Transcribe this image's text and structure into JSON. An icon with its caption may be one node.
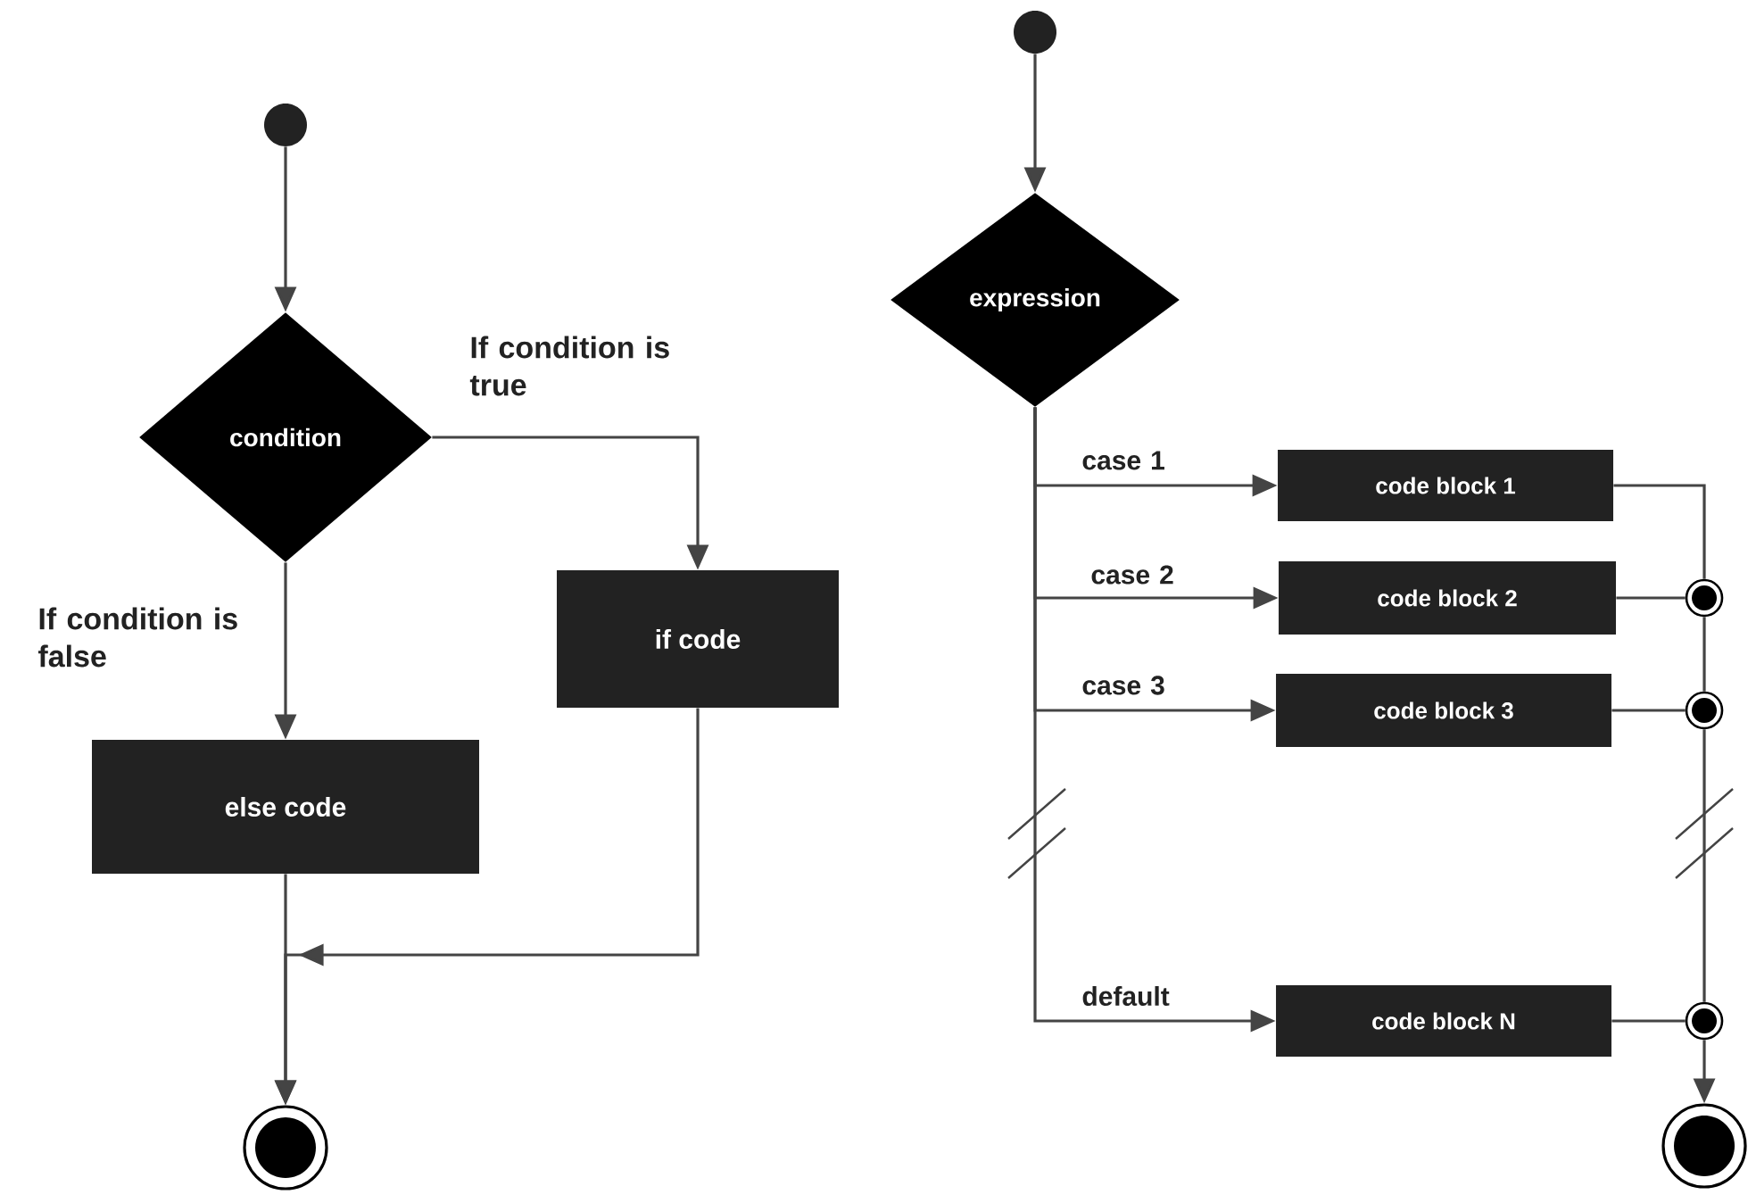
{
  "diagram": {
    "nodes": [
      {
        "text": [],
        "shape": "circle"
      },
      {
        "text": [
          "condition"
        ]
      },
      {
        "text": [
          "if code"
        ]
      },
      {
        "text": [
          "else code"
        ]
      },
      {
        "text": [],
        "shape": "circle"
      },
      {
        "text": [],
        "shape": "circle"
      },
      {
        "text": [
          "expression"
        ]
      },
      {
        "text": [
          "code block 1"
        ]
      },
      {
        "text": [
          "code block 2"
        ]
      },
      {
        "text": [
          "code block 3"
        ]
      },
      {
        "text": [
          "code block N"
        ]
      },
      {
        "text": [],
        "shape": "circle"
      },
      {
        "text": [],
        "shape": "circle"
      },
      {
        "text": [],
        "shape": "circle"
      },
      {
        "text": [],
        "shape": "circle"
      }
    ],
    "edges": [
      {
        "from": 0,
        "to": 1,
        "arrow": "to"
      },
      {
        "from": 1,
        "to": 2,
        "arrow": "to",
        "label": "If condition is true"
      },
      {
        "from": 1,
        "to": 3,
        "arrow": "to",
        "label": "If condition is false"
      },
      {
        "from": 3,
        "to": 4,
        "arrow": "to"
      },
      {
        "from": 2,
        "to": 4,
        "arrow": "to"
      },
      {
        "from": 5,
        "to": 6,
        "arrow": "to"
      },
      {
        "from": 6,
        "to": 7,
        "arrow": "to",
        "label": "case 1"
      },
      {
        "from": 6,
        "to": 8,
        "arrow": "to",
        "label": "case 2"
      },
      {
        "from": 6,
        "to": 9,
        "arrow": "to",
        "label": "case 3"
      },
      {
        "from": 6,
        "to": 10,
        "arrow": "to",
        "label": "default"
      },
      {
        "from": 7,
        "to": 11,
        "arrow": "none"
      },
      {
        "from": 8,
        "to": 11,
        "arrow": "none"
      },
      {
        "from": 11,
        "to": 12,
        "arrow": "none"
      },
      {
        "from": 9,
        "to": 12,
        "arrow": "none"
      },
      {
        "from": 12,
        "to": 13,
        "arrow": "none"
      },
      {
        "from": 10,
        "to": 13,
        "arrow": "none"
      },
      {
        "from": 13,
        "to": 14,
        "arrow": "to"
      }
    ]
  }
}
